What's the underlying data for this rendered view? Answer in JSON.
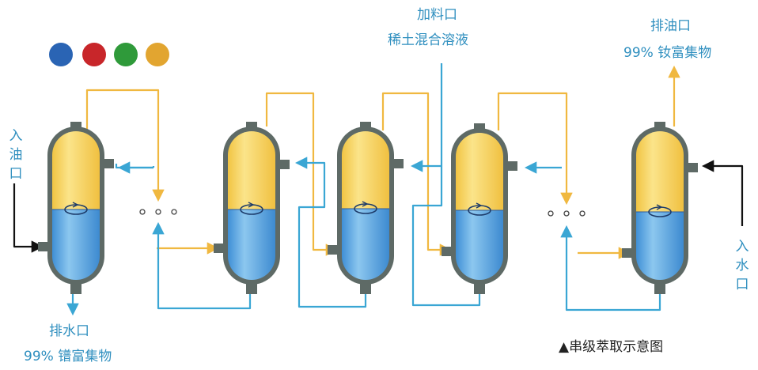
{
  "labels": {
    "oil_inlet": "入油口",
    "water_outlet": "排水口",
    "water_outlet_product": "99% 镨富集物",
    "feed_inlet": "加料口",
    "feed_material": "稀土混合溶液",
    "oil_outlet": "排油口",
    "oil_outlet_product": "99% 钕富集物",
    "water_inlet": "入水口",
    "caption": "▲串级萃取示意图"
  },
  "ellipsis": "∘ ∘ ∘",
  "legend_dots": [
    {
      "color": "#2a64b4"
    },
    {
      "color": "#c8262a"
    },
    {
      "color": "#2f9a3a"
    },
    {
      "color": "#e2a530"
    }
  ],
  "colors": {
    "oil_line": "#f0b840",
    "water_line": "#3aa6d4",
    "oil_phase": "#f7d563",
    "water_phase": "#5aa6e0",
    "vessel_body": "#5e6a66",
    "label_text": "#2f8fbf",
    "black_line": "#111111"
  },
  "vessels": [
    "vessel-1",
    "vessel-2",
    "vessel-3",
    "vessel-4",
    "vessel-5"
  ]
}
